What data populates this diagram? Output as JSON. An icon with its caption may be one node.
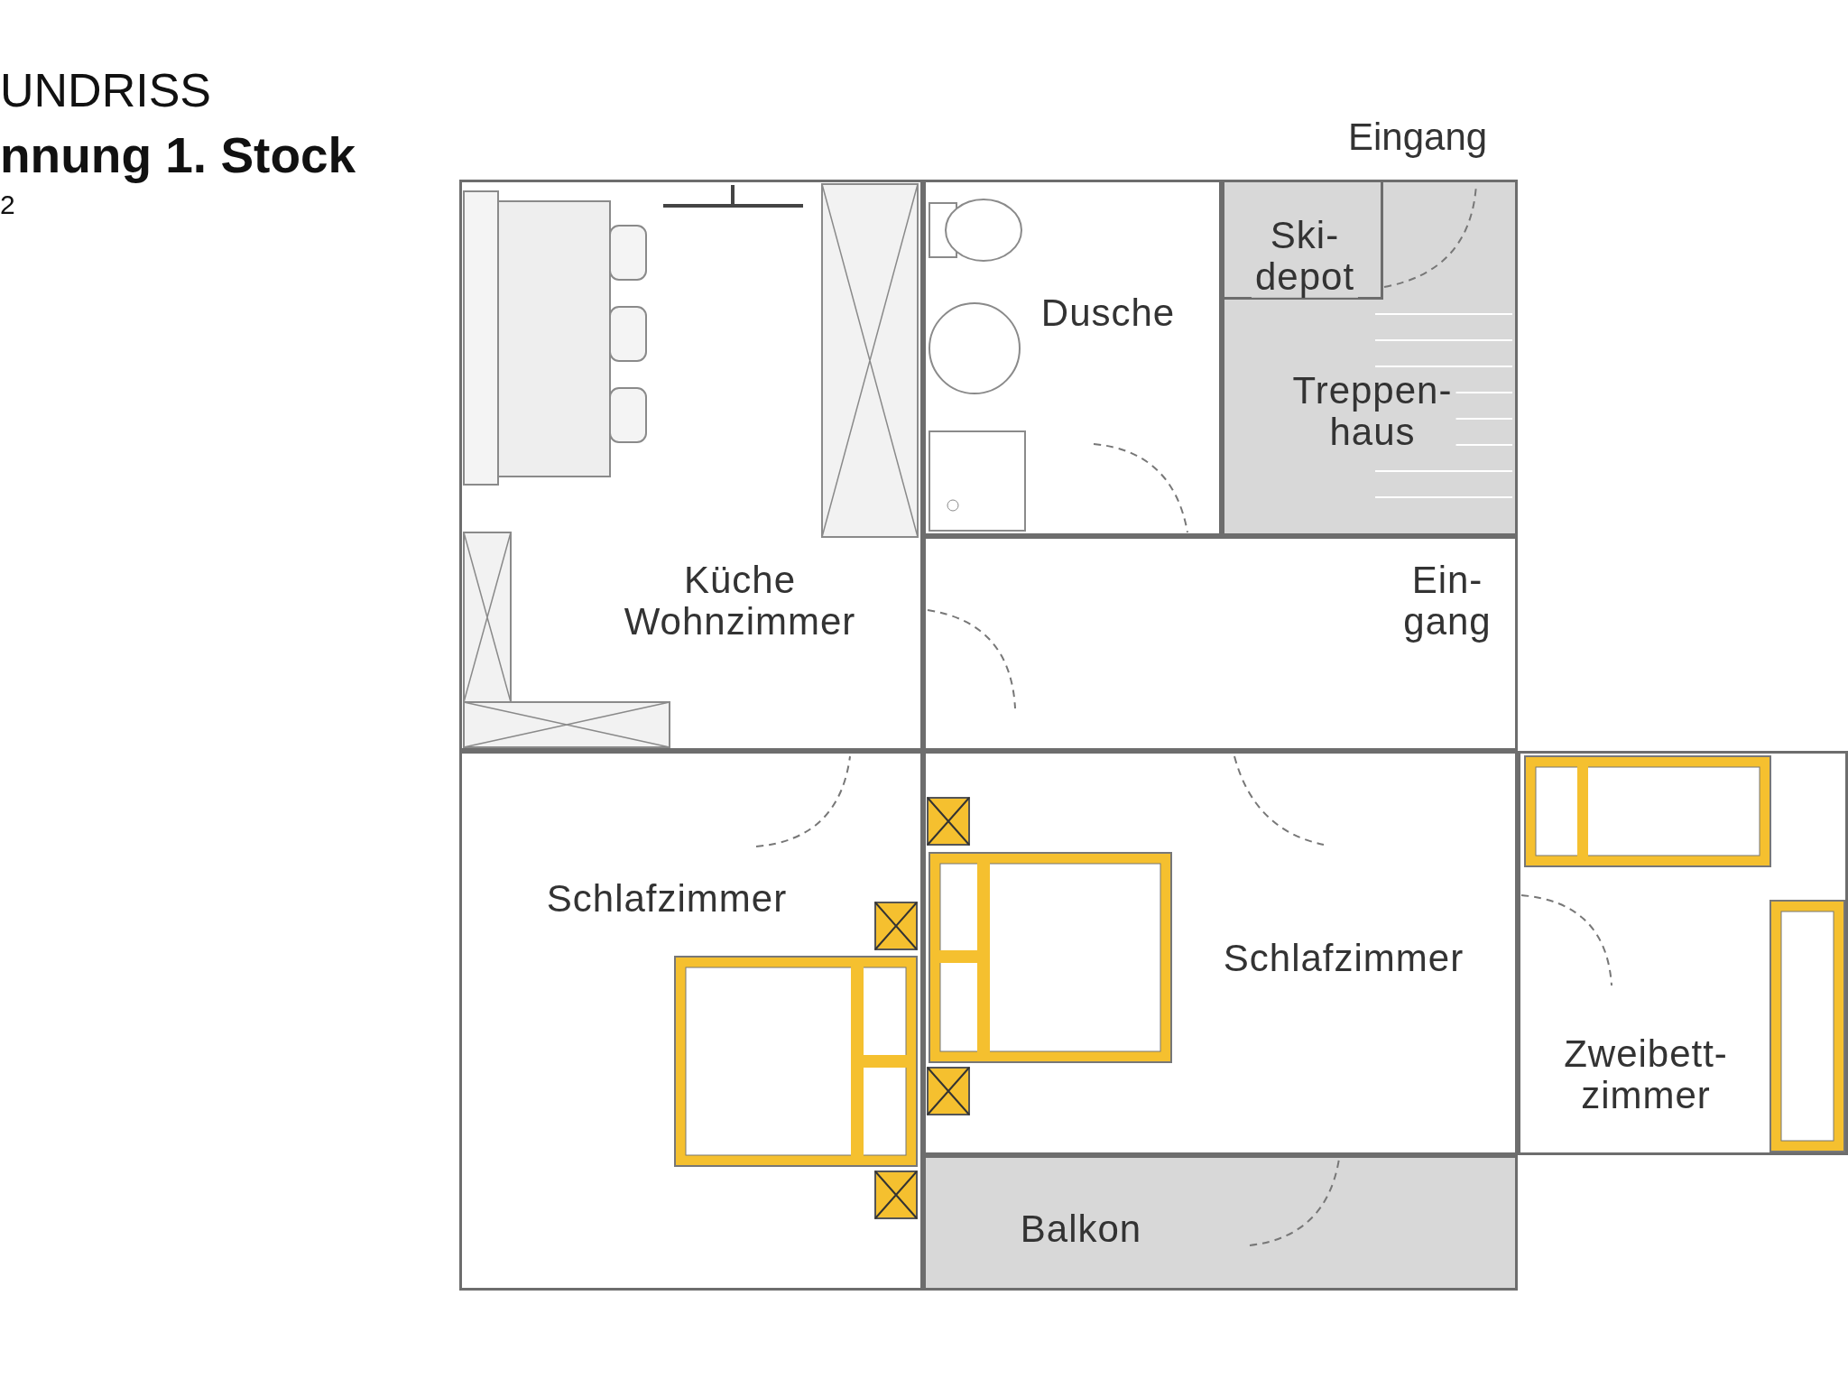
{
  "diagram": {
    "nodes": [
      {
        "text": [
          "Küche Wohnzimmer"
        ]
      },
      {
        "text": [
          "Dusche"
        ]
      },
      {
        "text": [
          "Treppen- haus"
        ]
      },
      {
        "text": [
          "Ski- depot"
        ],
        "in": 2
      },
      {
        "text": [
          "Ein- gang"
        ]
      },
      {
        "text": [
          "Schlafzimmer"
        ]
      },
      {
        "text": [
          "Schlafzimmer"
        ]
      },
      {
        "text": [
          "Zweibett- zimmer"
        ]
      },
      {
        "text": [
          "Balkon"
        ]
      }
    ],
    "edges": [],
    "labels": [
      "UNDRISS",
      "nnung 1. Stock",
      "2",
      "Eingang"
    ]
  }
}
